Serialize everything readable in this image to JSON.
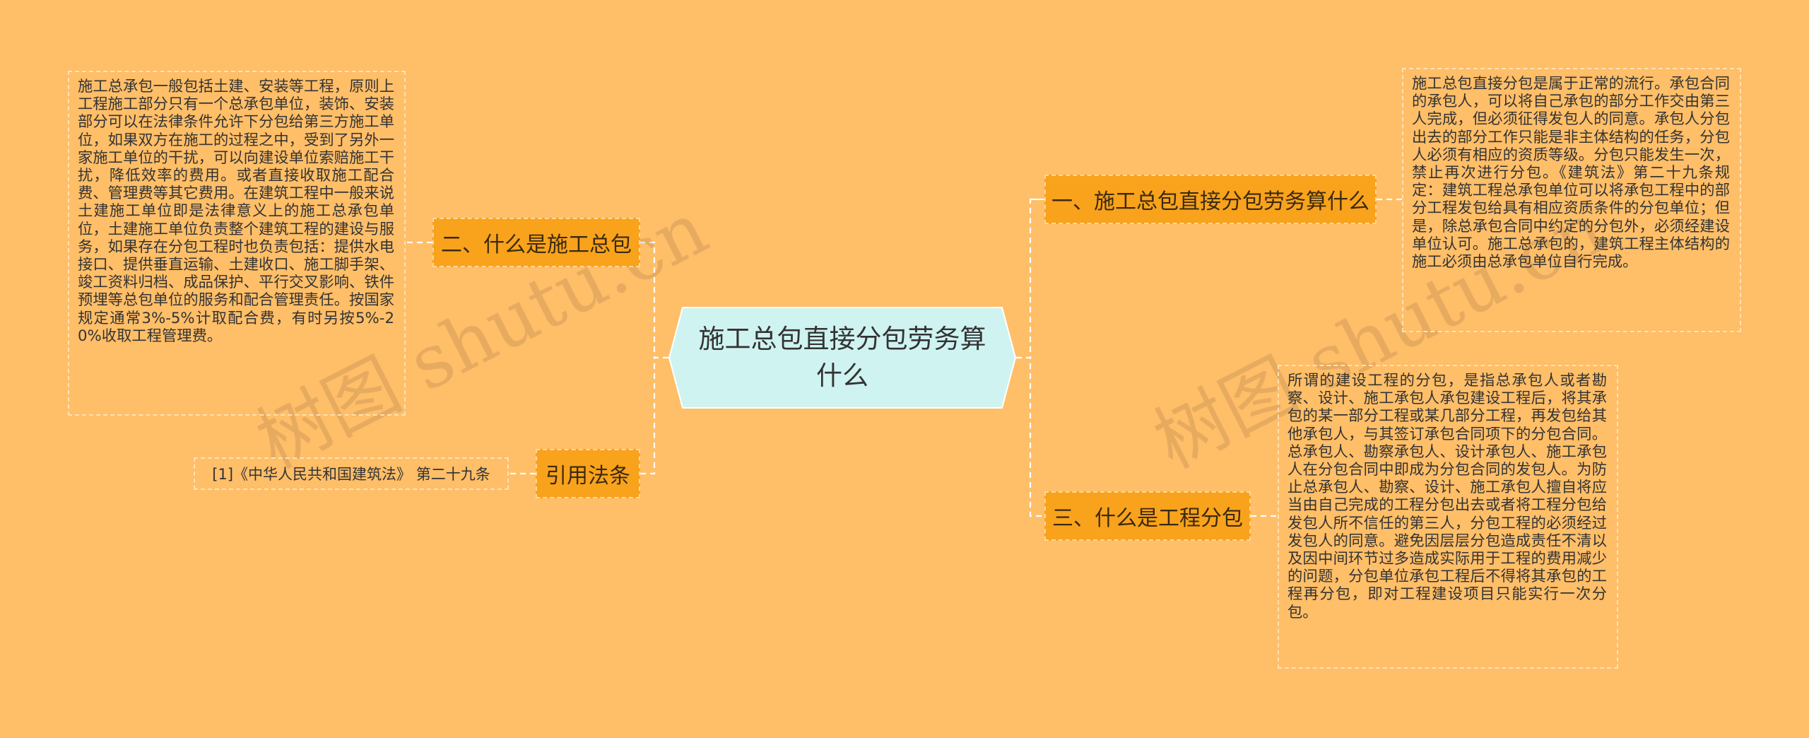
{
  "center": {
    "title": "施工总包直接分包劳务算什么"
  },
  "branches": {
    "b1": {
      "label": "一、施工总包直接分包劳务算什么"
    },
    "b2": {
      "label": "二、什么是施工总包"
    },
    "b3": {
      "label": "三、什么是工程分包"
    },
    "b4": {
      "label": "引用法条"
    }
  },
  "notes": {
    "n1": "施工总包直接分包是属于正常的流行。承包合同的承包人，可以将自己承包的部分工作交由第三人完成，但必须征得发包人的同意。承包人分包出去的部分工作只能是非主体结构的任务，分包人必须有相应的资质等级。分包只能发生一次，禁止再次进行分包。《建筑法》第二十九条规定：建筑工程总承包单位可以将承包工程中的部分工程发包给具有相应资质条件的分包单位；但是，除总承包合同中约定的分包外，必须经建设单位认可。施工总承包的，建筑工程主体结构的施工必须由总承包单位自行完成。",
    "n2": "施工总承包一般包括土建、安装等工程，原则上工程施工部分只有一个总承包单位，装饰、安装部分可以在法律条件允许下分包给第三方施工单位，如果双方在施工的过程之中，受到了另外一家施工单位的干扰，可以向建设单位索赔施工干扰，降低效率的费用。或者直接收取施工配合费、管理费等其它费用。在建筑工程中一般来说土建施工单位即是法律意义上的施工总承包单位，土建施工单位负责整个建筑工程的建设与服务，如果存在分包工程时也负责包括：提供水电接口、提供垂直运输、土建收口、施工脚手架、竣工资料归档、成品保护、平行交叉影响、铁件预埋等总包单位的服务和配合管理责任。按国家规定通常3%-5%计取配合费，有时另按5%-20%收取工程管理费。",
    "n3": "所谓的建设工程的分包，是指总承包人或者勘察、设计、施工承包人承包建设工程后，将其承包的某一部分工程或某几部分工程，再发包给其他承包人，与其签订承包合同项下的分包合同。总承包人、勘察承包人、设计承包人、施工承包人在分包合同中即成为分包合同的发包人。为防止总承包人、勘察、设计、施工承包人擅自将应当由自己完成的工程分包出去或者将工程分包给发包人所不信任的第三人，分包工程的必须经过发包人的同意。避免因层层分包造成责任不清以及因中间环节过多造成实际用于工程的费用减少的问题，分包单位承包工程后不得将其承包的工程再分包，即对工程建设项目只能实行一次分包。",
    "ref": "[1]《中华人民共和国建筑法》 第二十九条"
  },
  "watermarks": [
    "树图 shutu.cn",
    "树图 shutu.cn"
  ],
  "colors": {
    "background": "#FFBE68",
    "center_fill": "#CFF3F1",
    "branch_fill": "#F9A21C",
    "connector": "#FFFFFF"
  }
}
